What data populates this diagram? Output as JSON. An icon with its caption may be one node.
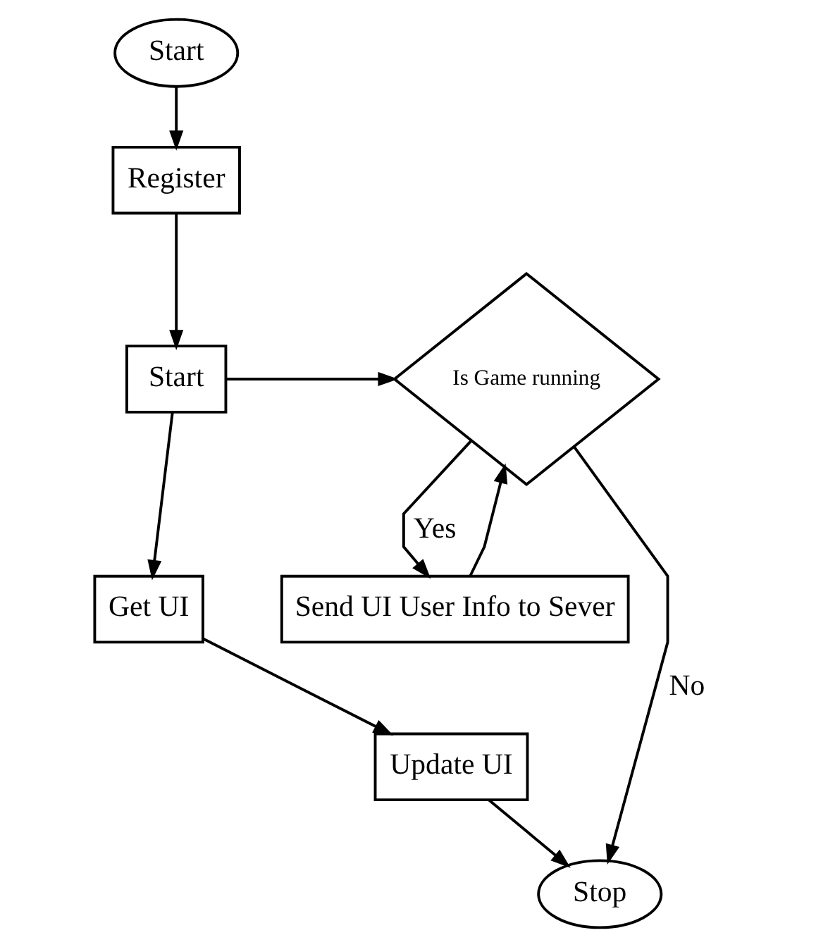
{
  "diagram": {
    "nodes": [
      {
        "text": [
          "Start"
        ]
      },
      {
        "text": [
          "Register"
        ]
      },
      {
        "text": [
          "Start"
        ]
      },
      {
        "text": [
          "Get UI"
        ]
      },
      {
        "text": [
          "Update UI"
        ]
      },
      {
        "text": [
          "Is Game running"
        ]
      },
      {
        "text": [
          "Send UI User Info to Sever"
        ]
      },
      {
        "text": [
          "Stop"
        ]
      }
    ],
    "edges": [
      {
        "from": 0,
        "to": 1,
        "arrow": "to"
      },
      {
        "from": 1,
        "to": 2,
        "arrow": "to"
      },
      {
        "from": 2,
        "to": 3,
        "arrow": "to"
      },
      {
        "from": 3,
        "to": 4,
        "arrow": "to"
      },
      {
        "from": 2,
        "to": 5,
        "arrow": "to"
      },
      {
        "from": 5,
        "to": 6,
        "arrow": "to",
        "label": "Yes"
      },
      {
        "from": 6,
        "to": 5,
        "arrow": "to"
      },
      {
        "from": 5,
        "to": 7,
        "arrow": "to",
        "label": "No"
      },
      {
        "from": 4,
        "to": 7,
        "arrow": "to"
      }
    ]
  }
}
